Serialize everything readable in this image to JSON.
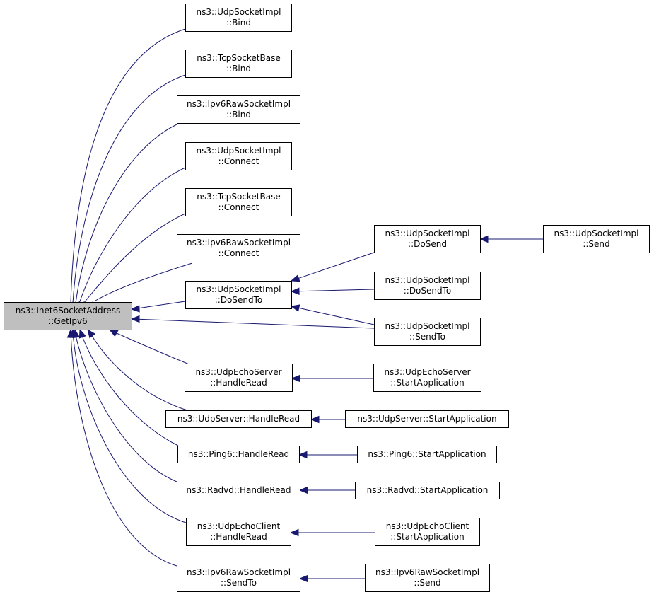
{
  "graph": {
    "type": "caller-graph",
    "root": "root",
    "nodes": [
      {
        "id": "root",
        "lines": [
          "ns3::Inet6SocketAddress",
          "::GetIpv6"
        ],
        "highlight": true
      },
      {
        "id": "udp_bind",
        "lines": [
          "ns3::UdpSocketImpl",
          "::Bind"
        ]
      },
      {
        "id": "tcp_bind",
        "lines": [
          "ns3::TcpSocketBase",
          "::Bind"
        ]
      },
      {
        "id": "raw_bind",
        "lines": [
          "ns3::Ipv6RawSocketImpl",
          "::Bind"
        ]
      },
      {
        "id": "udp_connect",
        "lines": [
          "ns3::UdpSocketImpl",
          "::Connect"
        ]
      },
      {
        "id": "tcp_connect",
        "lines": [
          "ns3::TcpSocketBase",
          "::Connect"
        ]
      },
      {
        "id": "raw_connect",
        "lines": [
          "ns3::Ipv6RawSocketImpl",
          "::Connect"
        ]
      },
      {
        "id": "udp_dosendto",
        "lines": [
          "ns3::UdpSocketImpl",
          "::DoSendTo"
        ]
      },
      {
        "id": "udp_echo_server_hr",
        "lines": [
          "ns3::UdpEchoServer",
          "::HandleRead"
        ]
      },
      {
        "id": "udp_server_hr",
        "lines": [
          "ns3::UdpServer::HandleRead"
        ]
      },
      {
        "id": "ping6_hr",
        "lines": [
          "ns3::Ping6::HandleRead"
        ]
      },
      {
        "id": "radvd_hr",
        "lines": [
          "ns3::Radvd::HandleRead"
        ]
      },
      {
        "id": "udp_echo_client_hr",
        "lines": [
          "ns3::UdpEchoClient",
          "::HandleRead"
        ]
      },
      {
        "id": "raw_sendto",
        "lines": [
          "ns3::Ipv6RawSocketImpl",
          "::SendTo"
        ]
      },
      {
        "id": "udp_dosend",
        "lines": [
          "ns3::UdpSocketImpl",
          "::DoSend"
        ]
      },
      {
        "id": "udp_dosendto2",
        "lines": [
          "ns3::UdpSocketImpl",
          "::DoSendTo"
        ]
      },
      {
        "id": "udp_sendto",
        "lines": [
          "ns3::UdpSocketImpl",
          "::SendTo"
        ]
      },
      {
        "id": "udp_echo_server_sa",
        "lines": [
          "ns3::UdpEchoServer",
          "::StartApplication"
        ]
      },
      {
        "id": "udp_server_sa",
        "lines": [
          "ns3::UdpServer::StartApplication"
        ]
      },
      {
        "id": "ping6_sa",
        "lines": [
          "ns3::Ping6::StartApplication"
        ]
      },
      {
        "id": "radvd_sa",
        "lines": [
          "ns3::Radvd::StartApplication"
        ]
      },
      {
        "id": "udp_echo_client_sa",
        "lines": [
          "ns3::UdpEchoClient",
          "::StartApplication"
        ]
      },
      {
        "id": "raw_send",
        "lines": [
          "ns3::Ipv6RawSocketImpl",
          "::Send"
        ]
      },
      {
        "id": "udp_send",
        "lines": [
          "ns3::UdpSocketImpl",
          "::Send"
        ]
      }
    ],
    "edges": [
      {
        "from": "udp_bind",
        "to": "root"
      },
      {
        "from": "tcp_bind",
        "to": "root"
      },
      {
        "from": "raw_bind",
        "to": "root"
      },
      {
        "from": "udp_connect",
        "to": "root"
      },
      {
        "from": "tcp_connect",
        "to": "root"
      },
      {
        "from": "raw_connect",
        "to": "root"
      },
      {
        "from": "udp_dosendto",
        "to": "root"
      },
      {
        "from": "udp_sendto",
        "to": "root"
      },
      {
        "from": "udp_echo_server_hr",
        "to": "root"
      },
      {
        "from": "udp_server_hr",
        "to": "root"
      },
      {
        "from": "ping6_hr",
        "to": "root"
      },
      {
        "from": "radvd_hr",
        "to": "root"
      },
      {
        "from": "udp_echo_client_hr",
        "to": "root"
      },
      {
        "from": "raw_sendto",
        "to": "root"
      },
      {
        "from": "udp_dosend",
        "to": "udp_dosendto"
      },
      {
        "from": "udp_dosendto2",
        "to": "udp_dosendto"
      },
      {
        "from": "udp_sendto",
        "to": "udp_dosendto"
      },
      {
        "from": "udp_send",
        "to": "udp_dosend"
      },
      {
        "from": "udp_echo_server_sa",
        "to": "udp_echo_server_hr"
      },
      {
        "from": "udp_server_sa",
        "to": "udp_server_hr"
      },
      {
        "from": "ping6_sa",
        "to": "ping6_hr"
      },
      {
        "from": "radvd_sa",
        "to": "radvd_hr"
      },
      {
        "from": "udp_echo_client_sa",
        "to": "udp_echo_client_hr"
      },
      {
        "from": "raw_send",
        "to": "raw_sendto"
      }
    ],
    "colors": {
      "edge": "#191970",
      "root_fill": "#bfbfbf",
      "node_fill": "#ffffff",
      "node_border": "#000000",
      "text": "#000000"
    }
  }
}
